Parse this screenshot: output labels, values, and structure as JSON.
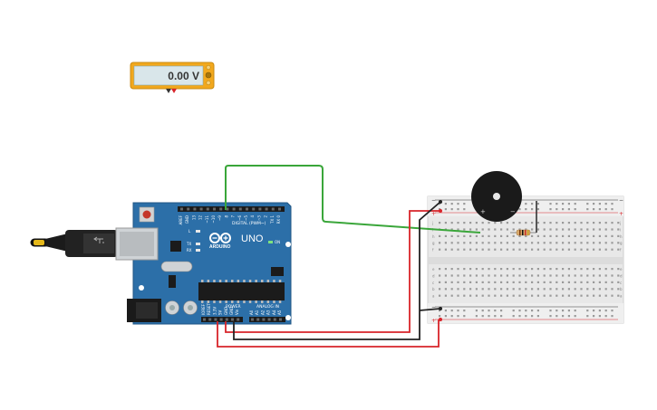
{
  "multimeter": {
    "reading": "0.00 V"
  },
  "arduino": {
    "model": "UNO",
    "brand": "ARDUINO",
    "digital_label": "DIGITAL (PWM~)",
    "power_label": "POWER",
    "analog_label": "ANALOG IN",
    "tx_label": "TX",
    "rx_label": "RX",
    "l_label": "L",
    "on_label": "ON",
    "digital_pins": [
      "AREF",
      "GND",
      "13",
      "12",
      "~11",
      "~10",
      "~9",
      "8",
      "7",
      "~6",
      "~5",
      "4",
      "~3",
      "2",
      "TX 1",
      "RX 0"
    ],
    "power_pins": [
      "IOREF",
      "RESET",
      "3.3V",
      "5V",
      "GND",
      "GND",
      "Vin"
    ],
    "analog_pins": [
      "A0",
      "A1",
      "A2",
      "A3",
      "A4",
      "A5"
    ]
  },
  "breadboard": {
    "plus_sign": "+",
    "minus_sign": "−",
    "row_letters_top": [
      "j",
      "i",
      "h",
      "g",
      "f"
    ],
    "row_letters_bottom": [
      "e",
      "d",
      "c",
      "b",
      "a"
    ]
  },
  "buzzer": {
    "plus": "+",
    "minus": "−"
  },
  "colors": {
    "board_blue": "#2c6fa8",
    "wire_green": "#3aa63a",
    "wire_red": "#d8242a",
    "wire_black": "#222222",
    "multimeter_orange": "#f2a81d"
  }
}
